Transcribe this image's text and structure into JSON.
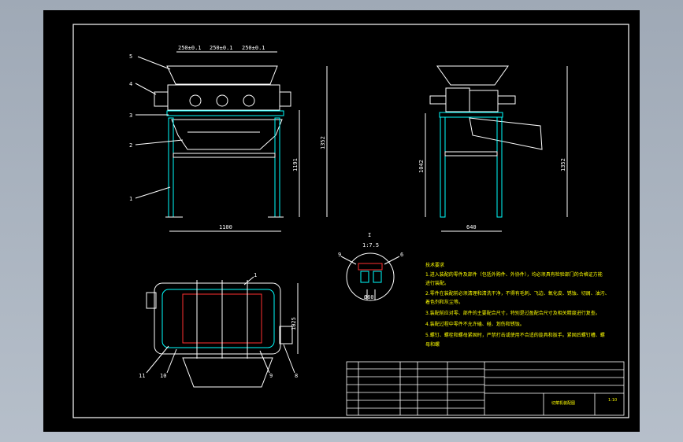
{
  "colors": {
    "background_outer": "#a9b3c0",
    "sheet": "#000000",
    "line": "#ffffff",
    "text_yellow": "#ffff00",
    "cyan": "#00ffff",
    "red": "#ff3030"
  },
  "front_view": {
    "callouts": [
      "5",
      "4",
      "3",
      "2",
      "1"
    ],
    "top_dims": [
      "250±0.1",
      "250±0.1",
      "250±0.1"
    ],
    "height_dims": [
      "1352",
      "1191"
    ],
    "width_dim": "1100"
  },
  "side_view": {
    "height_dims": [
      "1042",
      "1352"
    ],
    "width_dim": "640"
  },
  "detail": {
    "title": "I",
    "scale": "1:7.5",
    "callouts": [
      "9",
      "6"
    ],
    "dim": "Ø60"
  },
  "plan_view": {
    "callouts": [
      "1",
      "11",
      "10",
      "9",
      "8"
    ],
    "height_dim": "1025"
  },
  "notes": {
    "heading": "技术要求",
    "lines": [
      "1.进入装配的零件及部件（包括外购件、外协件），均必须具有检验部门的合格证方能",
      "进行装配。",
      "2.零件在装配前必须清理和清洗干净，不得有毛刺、飞边、氧化皮、锈蚀、切屑、油污、",
      "着色剂和灰尘等。",
      "3.装配前应对零、部件的主要配合尺寸，特别是过盈配合尺寸及相关精度进行复查。",
      "4.装配过程中零件不允许磕、碰、划伤和锈蚀。",
      "5.螺钉、螺栓和螺母紧固时，严禁打击或使用不合适的旋具和扳手。紧固后螺钉槽、螺",
      "母和螺"
    ]
  },
  "title_block": {
    "drawing_name": "切菜机装配图",
    "scale": "1:10"
  }
}
